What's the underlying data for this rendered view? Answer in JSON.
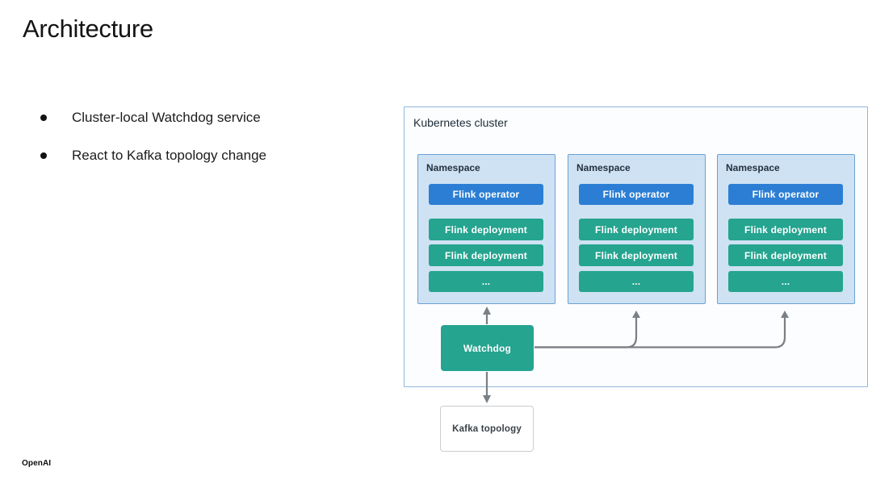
{
  "slide": {
    "title": "Architecture",
    "bullets": [
      "Cluster-local Watchdog service",
      "React to Kafka topology change"
    ],
    "footer_logo": "OpenAI"
  },
  "diagram": {
    "cluster_label": "Kubernetes cluster",
    "namespaces": [
      {
        "title": "Namespace",
        "operator": "Flink operator",
        "deployments": [
          "Flink deployment",
          "Flink deployment",
          "..."
        ]
      },
      {
        "title": "Namespace",
        "operator": "Flink operator",
        "deployments": [
          "Flink deployment",
          "Flink deployment",
          "..."
        ]
      },
      {
        "title": "Namespace",
        "operator": "Flink operator",
        "deployments": [
          "Flink deployment",
          "Flink deployment",
          "..."
        ]
      }
    ],
    "watchdog_label": "Watchdog",
    "kafka_label": "Kafka topology",
    "arrows": [
      "watchdog-to-namespace-1",
      "watchdog-to-namespace-2",
      "watchdog-to-namespace-3",
      "watchdog-to-kafka-topology"
    ]
  },
  "colors": {
    "operator_blue": "#2b7ed4",
    "deployment_teal": "#25a48f",
    "namespace_bg": "#cee2f4",
    "namespace_border": "#6ba1d4",
    "cluster_border": "#8fb6dc",
    "arrow_gray": "#7b8085",
    "kafka_border": "#c9cdd2"
  }
}
